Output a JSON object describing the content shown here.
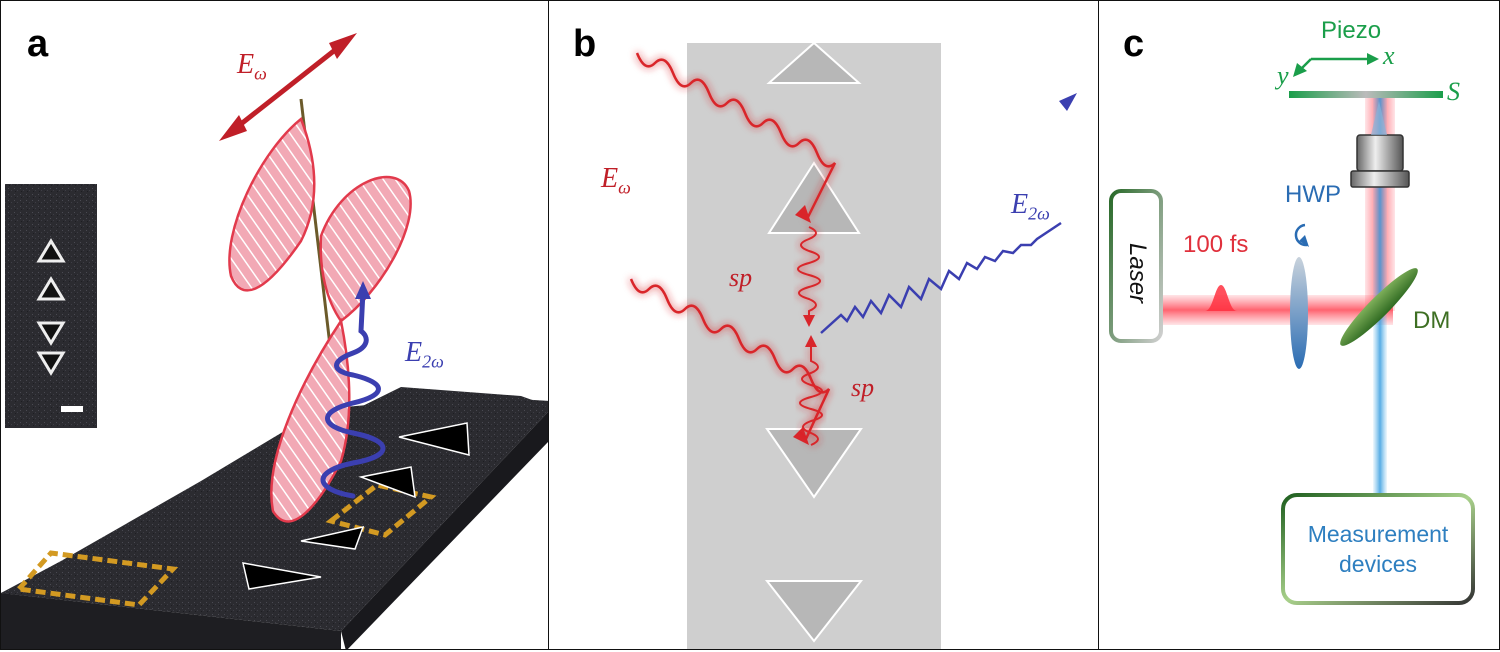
{
  "panel_a": {
    "letter": "a",
    "field_label": "E",
    "field_sub": "ω",
    "sh_label": "E",
    "sh_sub": "2ω"
  },
  "panel_b": {
    "letter": "b",
    "field_label": "E",
    "field_sub": "ω",
    "sh_label": "E",
    "sh_sub": "2ω",
    "sp_label_top": "sp",
    "sp_label_bottom": "sp"
  },
  "panel_c": {
    "letter": "c",
    "piezo_label": "Piezo",
    "axis_x": "x",
    "axis_y": "y",
    "sample_label": "S",
    "laser_label": "Laser",
    "pulse_label": "100 fs",
    "hwp_label": "HWP",
    "dm_label": "DM",
    "measurement_line1": "Measurement",
    "measurement_line2": "devices"
  },
  "colors": {
    "fundamental": "#d9252a",
    "second_harmonic": "#3b3fb0",
    "sample_dark": "#2a2a2e",
    "gold_outline": "#d39a22",
    "piezo_green": "#1a9e4a",
    "hwp_blue": "#2a6cb3",
    "dm_green": "#4a7a2a",
    "measure_blue": "#2e7fc0"
  }
}
